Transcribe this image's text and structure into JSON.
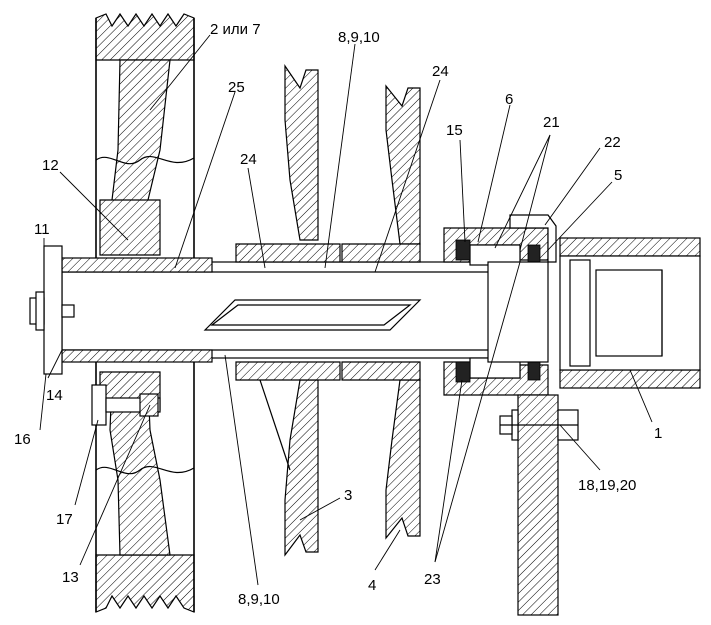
{
  "callouts": [
    {
      "id": "c-2-7",
      "text": "2 или 7"
    },
    {
      "id": "c-8910-top",
      "text": "8,9,10"
    },
    {
      "id": "c-24-top",
      "text": "24"
    },
    {
      "id": "c-25",
      "text": "25"
    },
    {
      "id": "c-6",
      "text": "6"
    },
    {
      "id": "c-21",
      "text": "21"
    },
    {
      "id": "c-22",
      "text": "22"
    },
    {
      "id": "c-15",
      "text": "15"
    },
    {
      "id": "c-5",
      "text": "5"
    },
    {
      "id": "c-12",
      "text": "12"
    },
    {
      "id": "c-24-mid",
      "text": "24"
    },
    {
      "id": "c-11",
      "text": "11"
    },
    {
      "id": "c-14",
      "text": "14"
    },
    {
      "id": "c-16",
      "text": "16"
    },
    {
      "id": "c-17",
      "text": "17"
    },
    {
      "id": "c-13",
      "text": "13"
    },
    {
      "id": "c-8910-bot",
      "text": "8,9,10"
    },
    {
      "id": "c-3",
      "text": "3"
    },
    {
      "id": "c-4",
      "text": "4"
    },
    {
      "id": "c-23",
      "text": "23"
    },
    {
      "id": "c-181920",
      "text": "18,19,20"
    },
    {
      "id": "c-1",
      "text": "1"
    }
  ]
}
